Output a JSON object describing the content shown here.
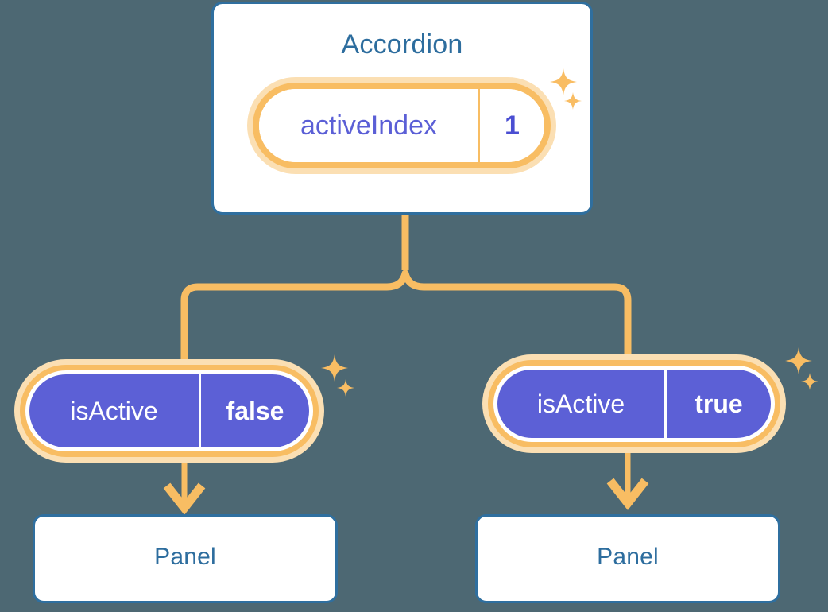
{
  "theme": {
    "background": "#4d6873",
    "card_background": "#ffffff",
    "card_border": "#2f6f9f",
    "title_text": "#2d6d9e",
    "pill_ring": "#f8bd63",
    "pill_halo": "#fbdfb3",
    "pill_fill_purple": "#5c60d6",
    "pill_text_purple": "#5b5fd6",
    "pill_text_white": "#ffffff",
    "connector": "#f8bd63"
  },
  "diagram": {
    "type": "component-state-tree",
    "root": {
      "title": "Accordion",
      "state": {
        "key": "activeIndex",
        "value": "1"
      }
    },
    "children": [
      {
        "prop": {
          "key": "isActive",
          "value": "false"
        },
        "title": "Panel"
      },
      {
        "prop": {
          "key": "isActive",
          "value": "true"
        },
        "title": "Panel"
      }
    ],
    "icons": {
      "sparkle": "sparkle-icon",
      "arrow": "arrow-down-icon"
    }
  }
}
